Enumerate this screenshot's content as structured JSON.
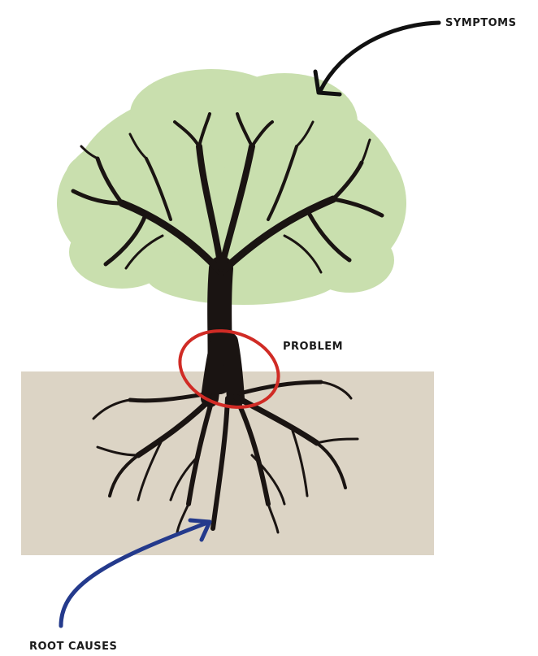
{
  "labels": {
    "symptoms": "SYMPTOMS",
    "problem": "PROBLEM",
    "root_causes": "ROOT CAUSES"
  },
  "colors": {
    "foliage": "#c9dfae",
    "trunk": "#1a1412",
    "soil": "#dcd4c5",
    "problem_circle": "#d02b25",
    "symptoms_arrow": "#111111",
    "root_causes_arrow": "#243a8c"
  }
}
